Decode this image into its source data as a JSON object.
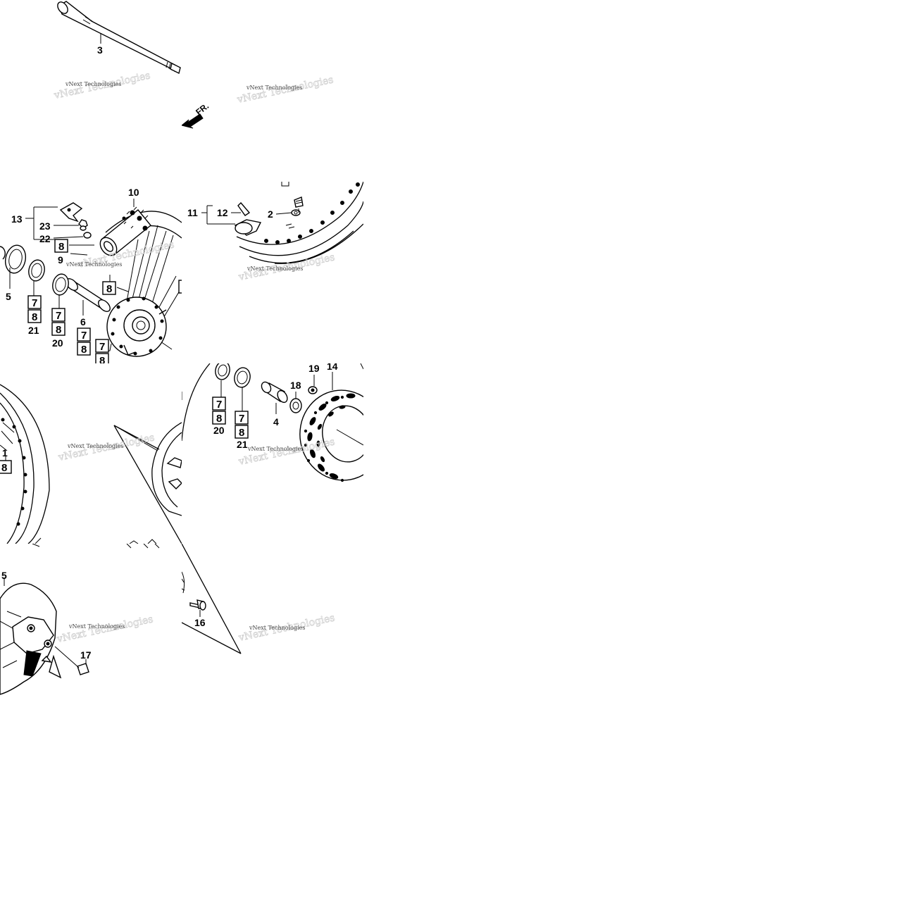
{
  "watermark": "vNext Technologies",
  "direction_label": "FR.",
  "callouts": {
    "c1": "1",
    "c2": "2",
    "c3": "3",
    "c4": "4",
    "c5": "5",
    "c5b": "5",
    "c6": "6",
    "c9": "9",
    "c10": "10",
    "c11": "11",
    "c12": "12",
    "c13": "13",
    "c14": "14",
    "c16": "16",
    "c17": "17",
    "c18": "18",
    "c19": "19",
    "c20a": "20",
    "c20b": "20",
    "c21a": "21",
    "c21b": "21",
    "c22": "22",
    "c23": "23"
  },
  "box_refs": {
    "b7": "7",
    "b8": "8"
  }
}
